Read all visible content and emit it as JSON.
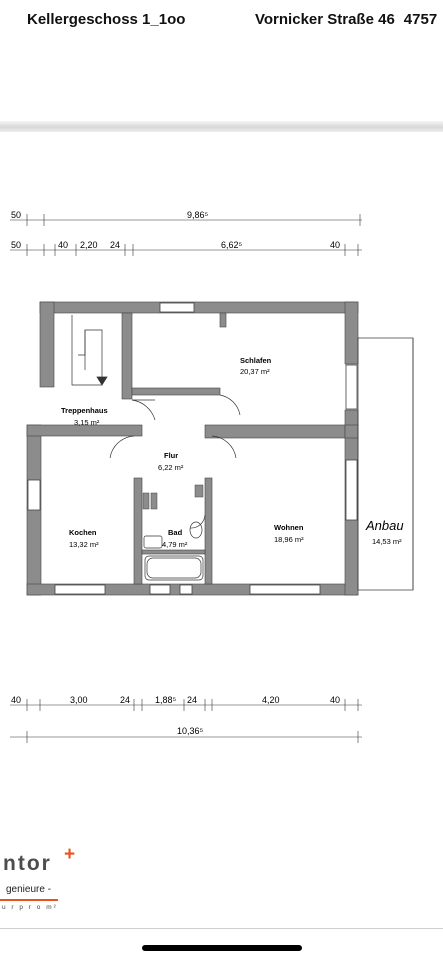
{
  "header": {
    "title": "Kellergeschoss 1_1oo",
    "address": "Vornicker Straße 46",
    "zip": "4757"
  },
  "floorplan": {
    "rooms": [
      {
        "name": "Schlafen",
        "area": "20,37 m²"
      },
      {
        "name": "Treppenhaus",
        "area": "3,15 m²"
      },
      {
        "name": "Flur",
        "area": "6,22 m²"
      },
      {
        "name": "Kochen",
        "area": "13,32 m²"
      },
      {
        "name": "Bad",
        "area": "4,79 m²"
      },
      {
        "name": "Wohnen",
        "area": "18,96 m²"
      },
      {
        "name": "",
        "area": "14,53 m²"
      }
    ],
    "annex_handwritten": "Anbau",
    "top_dims": {
      "row1": [
        "50",
        "9,86⁵"
      ],
      "row2": [
        "50",
        "40",
        "2,20",
        "24",
        "6,62⁵",
        "40"
      ]
    },
    "bottom_dims": {
      "row1": [
        "40",
        "3,00",
        "24",
        "1,88⁵",
        "24",
        "4,20",
        "40"
      ],
      "row2": [
        "10,36⁵"
      ]
    }
  },
  "logo": {
    "word": "ntor",
    "plus": "+",
    "sub1": "genieure  -",
    "sub2": "u r  p r o  m²"
  },
  "colors": {
    "wall": "#8c8c8c",
    "accent": "#e8521f"
  }
}
